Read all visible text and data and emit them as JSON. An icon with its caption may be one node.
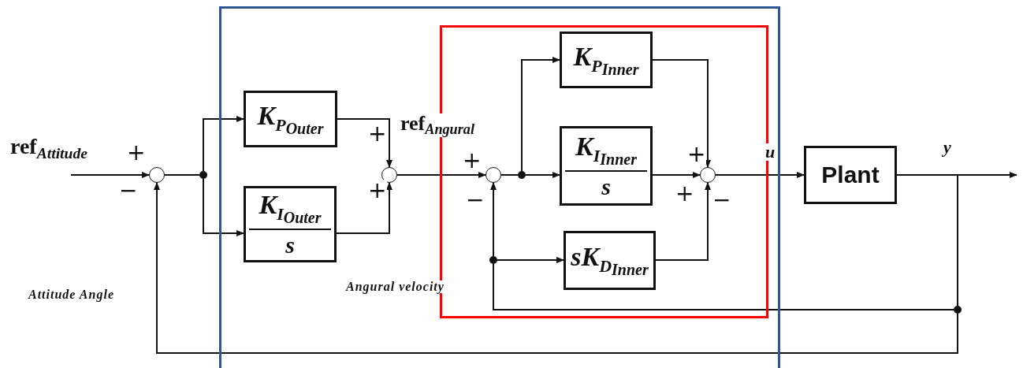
{
  "diagram": {
    "nodes": [
      {
        "text": [],
        "shape": "box"
      },
      {
        "text": [],
        "shape": "box",
        "in": 0
      },
      {
        "text": [],
        "shape": "circle"
      },
      {
        "text": [],
        "shape": "dot"
      },
      {
        "text": [
          "K$_{P}$$_{Outer}$"
        ],
        "in": 0
      },
      {
        "text": [
          "K$_{I}$$_{Outer}$",
          "s"
        ],
        "in": 0
      },
      {
        "text": [],
        "shape": "circle",
        "in": 0
      },
      {
        "text": [],
        "shape": "circle",
        "in": 1
      },
      {
        "text": [],
        "shape": "dot",
        "in": 1
      },
      {
        "text": [
          "K$_{P}$$_{Inner}$"
        ],
        "in": 1
      },
      {
        "text": [
          "K$_{I}$$_{Inner}$",
          "s"
        ],
        "in": 1
      },
      {
        "text": [
          "sK$_{D}$$_{Inner}$"
        ],
        "in": 1
      },
      {
        "text": [],
        "shape": "circle",
        "in": 1
      },
      {
        "text": [],
        "shape": "dot",
        "in": 1
      },
      {
        "text": [
          "Plant"
        ]
      },
      {
        "text": [],
        "shape": "dot"
      }
    ],
    "edges": [
      {
        "from": null,
        "to": 2,
        "arrow": "to"
      },
      {
        "from": 2,
        "to": 3,
        "arrow": "none"
      },
      {
        "from": 3,
        "to": 4,
        "arrow": "to"
      },
      {
        "from": 3,
        "to": 5,
        "arrow": "to"
      },
      {
        "from": 4,
        "to": 6,
        "arrow": "to"
      },
      {
        "from": 5,
        "to": 6,
        "arrow": "to"
      },
      {
        "from": 6,
        "to": 7,
        "arrow": "to"
      },
      {
        "from": 7,
        "to": 8,
        "arrow": "none"
      },
      {
        "from": 8,
        "to": 9,
        "arrow": "to"
      },
      {
        "from": 8,
        "to": 10,
        "arrow": "to"
      },
      {
        "from": 9,
        "to": 12,
        "arrow": "to"
      },
      {
        "from": 10,
        "to": 12,
        "arrow": "to"
      },
      {
        "from": 11,
        "to": 12,
        "arrow": "to"
      },
      {
        "from": 12,
        "to": 14,
        "arrow": "to"
      },
      {
        "from": 14,
        "to": null,
        "arrow": "to"
      },
      {
        "from": 14,
        "to": 15,
        "arrow": "none"
      },
      {
        "from": 15,
        "to": 2,
        "arrow": "to"
      },
      {
        "from": 15,
        "to": 13,
        "arrow": "none"
      },
      {
        "from": 13,
        "to": 7,
        "arrow": "to"
      },
      {
        "from": 13,
        "to": 11,
        "arrow": "to"
      }
    ],
    "labels": [
      "ref$_{Attitude}$",
      "+",
      "−",
      "+",
      "+",
      "ref$_{Angural}$",
      "+",
      "−",
      "+",
      "+",
      "−",
      "u",
      "y",
      "Attitude Angle",
      "Angural velocity"
    ]
  }
}
